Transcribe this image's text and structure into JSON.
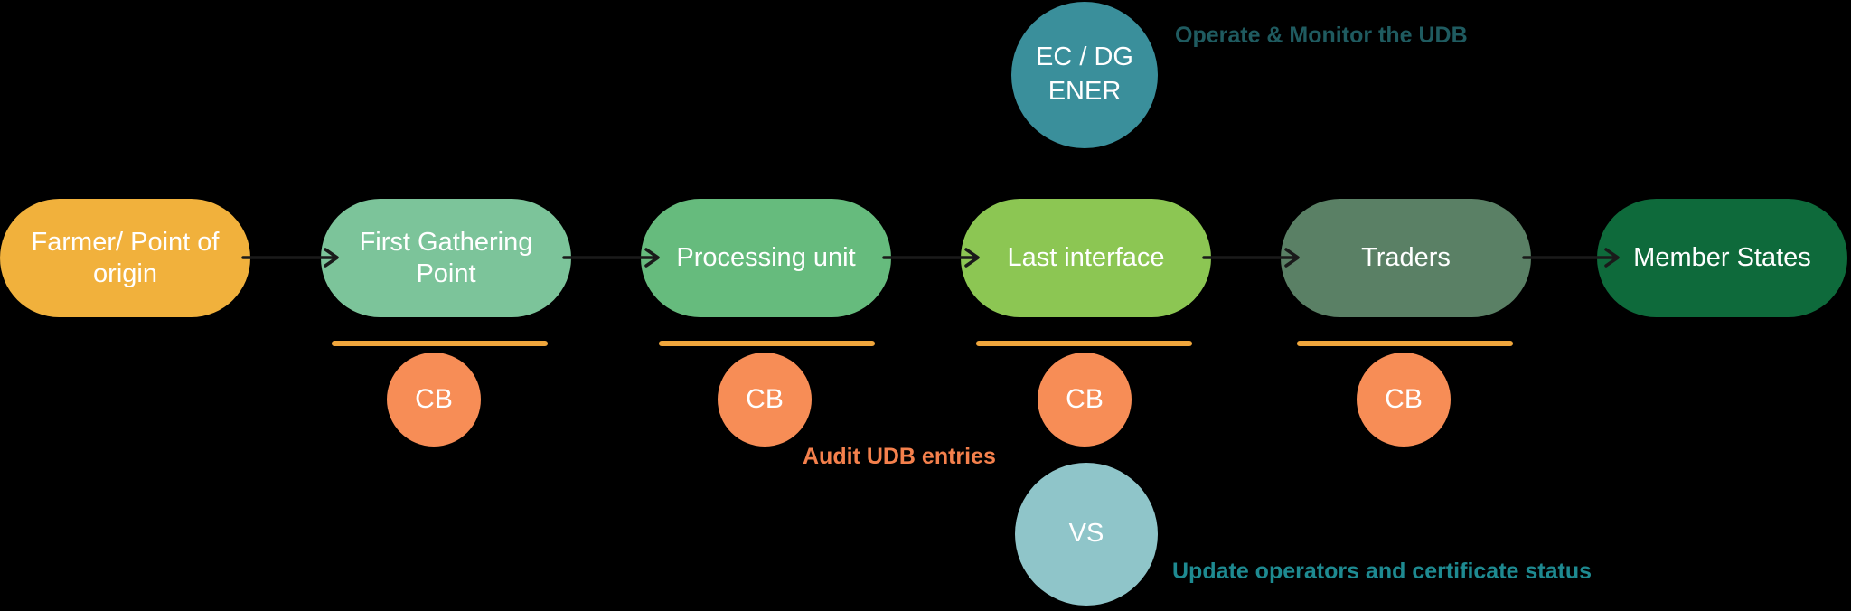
{
  "diagram": {
    "background_color": "#000000",
    "arrow_color": "#1A1A1A",
    "node_text_color": "#FFFFFF",
    "nodes": [
      {
        "label": "Farmer/ Point of origin",
        "color": "#F1B13C",
        "cb_below": false
      },
      {
        "label": "First Gathering Point",
        "color": "#7CC49A",
        "cb_below": true
      },
      {
        "label": "Processing unit",
        "color": "#66BB7D",
        "cb_below": true
      },
      {
        "label": "Last interface",
        "color": "#8CC653",
        "cb_below": true
      },
      {
        "label": "Traders",
        "color": "#5A8065",
        "cb_below": true
      },
      {
        "label": "Member States",
        "color": "#0E6A3B",
        "cb_below": false
      }
    ],
    "cb": {
      "label": "CB",
      "color": "#F78D56",
      "underline_color": "#F0A63C"
    },
    "ec": {
      "lines": [
        "EC / DG",
        "ENER"
      ],
      "color": "#3A8F9B"
    },
    "vs": {
      "label": "VS",
      "color": "#8FC5C9"
    },
    "notes": {
      "operate": {
        "text": "Operate & Monitor the UDB",
        "color": "#1F5B60"
      },
      "audit": {
        "text": "Audit UDB entries",
        "color": "#F4804C"
      },
      "update": {
        "text": "Update operators and certificate status",
        "color": "#1E8A91"
      }
    }
  }
}
